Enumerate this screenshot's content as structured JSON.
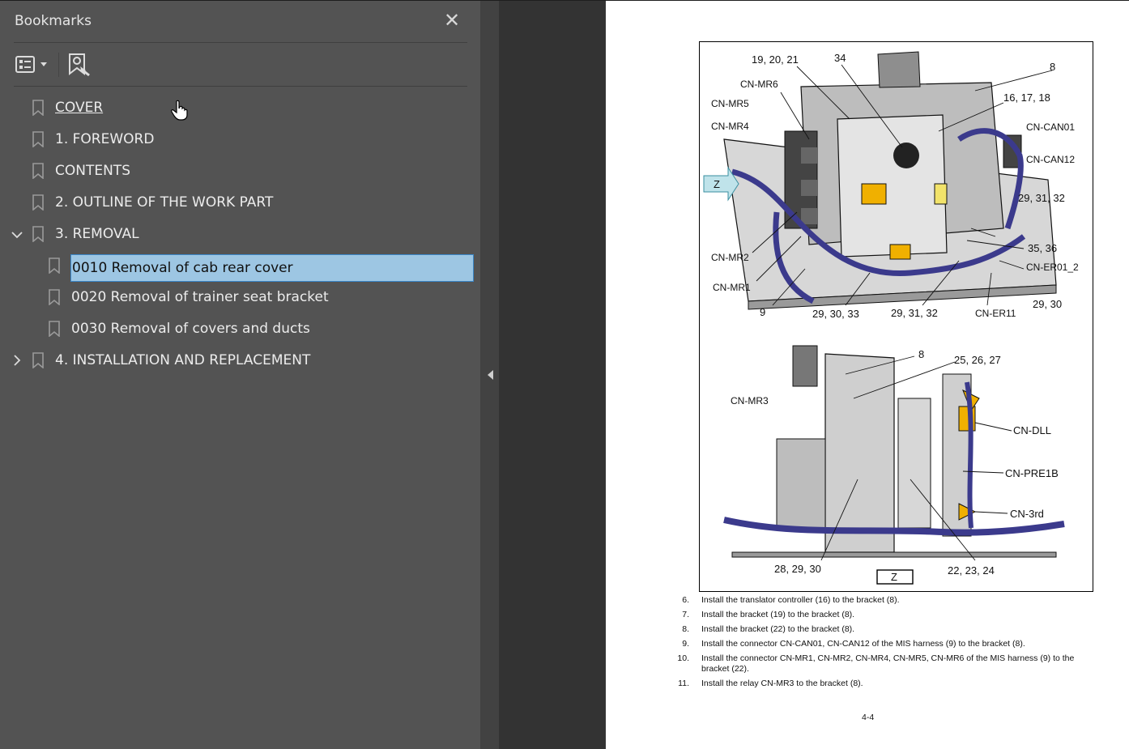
{
  "sidebar": {
    "title": "Bookmarks",
    "close_icon": "close-icon",
    "toolbar": {
      "options_icon": "list-options-icon",
      "find_icon": "bookmark-find-icon"
    },
    "items": [
      {
        "label": "COVER",
        "level": 0,
        "expander": "none",
        "underlined": true
      },
      {
        "label": "1. FOREWORD",
        "level": 0,
        "expander": "none"
      },
      {
        "label": "CONTENTS",
        "level": 0,
        "expander": "none"
      },
      {
        "label": "2. OUTLINE OF THE WORK PART",
        "level": 0,
        "expander": "none"
      },
      {
        "label": "3. REMOVAL",
        "level": 0,
        "expander": "expanded"
      },
      {
        "label": "0010 Removal of cab rear cover",
        "level": 1,
        "expander": "none",
        "selected": true
      },
      {
        "label": "0020 Removal of trainer seat bracket",
        "level": 1,
        "expander": "none"
      },
      {
        "label": "0030 Removal of covers and ducts",
        "level": 1,
        "expander": "none"
      },
      {
        "label": "4. INSTALLATION AND REPLACEMENT",
        "level": 0,
        "expander": "collapsed"
      }
    ]
  },
  "colors": {
    "sidebar_bg": "#535353",
    "selected_bg": "#9dc6e3",
    "harness": "#3b3a8c",
    "connector": "#f0b000",
    "arrow_bg": "#bfe3ea"
  },
  "page": {
    "figure": {
      "top_labels": [
        "19, 20, 21",
        "34",
        "8",
        "CN-MR6",
        "16, 17, 18",
        "CN-MR5",
        "CN-CAN01",
        "CN-MR4",
        "CN-CAN12",
        "Z",
        "29, 31, 32",
        "35, 36",
        "CN-MR2",
        "CN-ER01_2",
        "CN-MR1",
        "29, 30",
        "9",
        "29, 30, 33",
        "29, 31, 32",
        "CN-ER11"
      ],
      "bottom_labels": [
        "8",
        "25, 26, 27",
        "CN-MR3",
        "CN-DLL",
        "CN-PRE1B",
        "CN-3rd",
        "28, 29, 30",
        "Z",
        "22, 23, 24"
      ]
    },
    "steps": [
      {
        "num": "6.",
        "text": "Install the translator controller (16) to the bracket (8)."
      },
      {
        "num": "7.",
        "text": "Install the bracket (19) to the bracket (8)."
      },
      {
        "num": "8.",
        "text": "Install the bracket (22) to the bracket (8)."
      },
      {
        "num": "9.",
        "text": "Install the connector CN-CAN01, CN-CAN12 of the MIS harness (9) to the bracket (8)."
      },
      {
        "num": "10.",
        "text": "Install the connector CN-MR1, CN-MR2, CN-MR4, CN-MR5, CN-MR6 of the MIS harness (9) to the bracket (22)."
      },
      {
        "num": "11.",
        "text": "Install the relay CN-MR3 to the bracket (8)."
      }
    ],
    "page_number": "4-4"
  }
}
